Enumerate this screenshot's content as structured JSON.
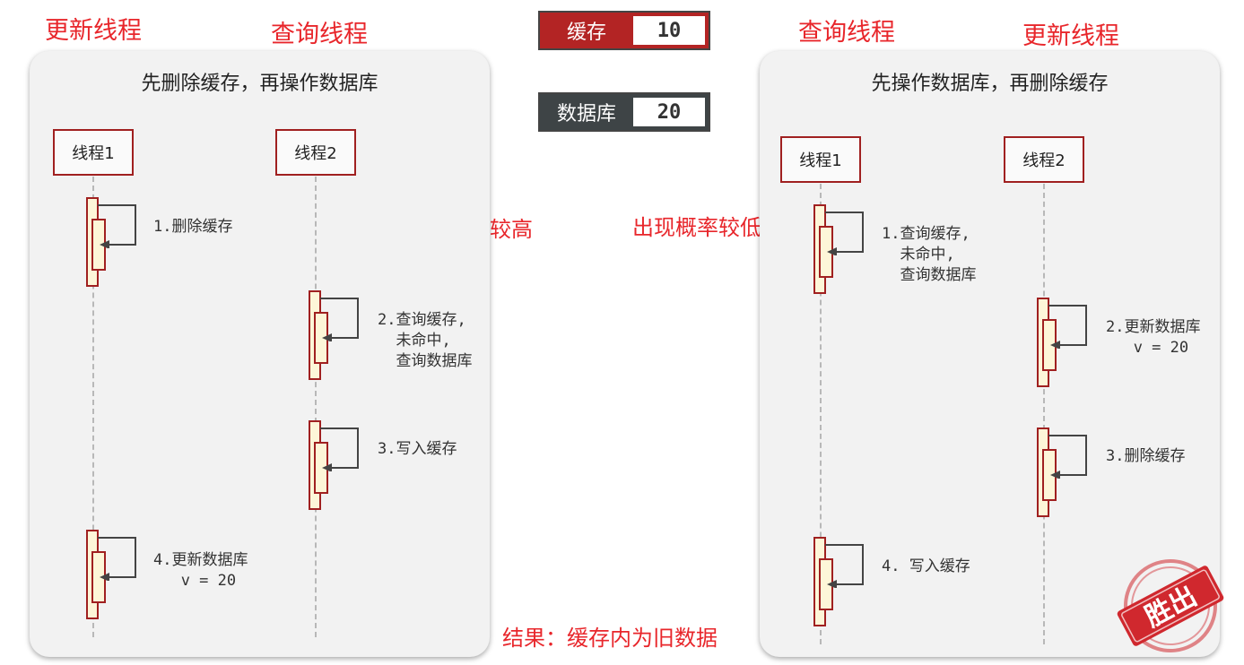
{
  "labels": {
    "left_update_thread": "更新线程",
    "left_query_thread": "查询线程",
    "right_query_thread": "查询线程",
    "right_update_thread": "更新线程",
    "prob_high": "出现概率较高",
    "prob_low": "出现概率较低",
    "result": "结果：缓存内为旧数据"
  },
  "state": {
    "cache_label": "缓存",
    "cache_value": "10",
    "db_label": "数据库",
    "db_value": "20"
  },
  "left_panel": {
    "title": "先删除缓存，再操作数据库",
    "thread1": "线程1",
    "thread2": "线程2",
    "step1": "1.删除缓存",
    "step2": "2.查询缓存,\n  未命中,\n  查询数据库",
    "step3": "3.写入缓存",
    "step4": "4.更新数据库\n   v = 20"
  },
  "right_panel": {
    "title": "先操作数据库，再删除缓存",
    "thread1": "线程1",
    "thread2": "线程2",
    "step1": "1.查询缓存,\n  未命中,\n  查询数据库",
    "step2": "2.更新数据库\n   v = 20",
    "step3": "3.删除缓存",
    "step4": "4. 写入缓存"
  },
  "stamp": {
    "text": "胜出",
    "color": "#d0282e"
  },
  "colors": {
    "accent_red": "#e8262b",
    "cache_bg": "#b32424",
    "db_bg": "#3e4446",
    "border_dark_red": "#a02020"
  }
}
